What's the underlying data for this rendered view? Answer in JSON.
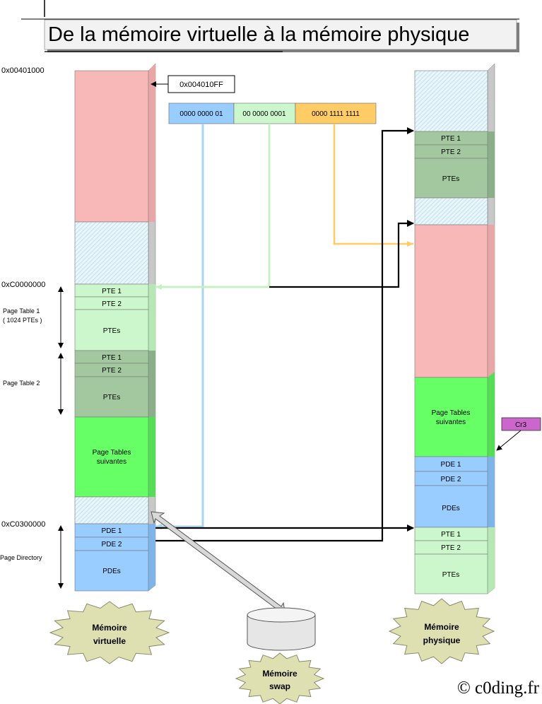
{
  "title": "De la mémoire virtuelle à la mémoire physique",
  "copyright": "© c0ding.fr",
  "colors": {
    "pink": "#f8b8b8",
    "hatch": "#e4f4fb",
    "light_green": "#ccf7cc",
    "dark_green": "#a3c8a0",
    "bright_green": "#66ff66",
    "blue": "#99ccff",
    "orange": "#ffcc66",
    "cr3": "#cc66cc"
  },
  "virtual_addresses": {
    "top": "0x00401000",
    "pt_start": "0xC0000000",
    "pd_start": "0xC0300000"
  },
  "callout_address": "0x004010FF",
  "address_split": {
    "directory_bits": "0000 0000 01",
    "table_bits": "00 0000 0001",
    "offset_bits": "0000 1111 1111"
  },
  "side_labels": {
    "page_table_1": "Page Table 1",
    "page_table_1_count": "( 1024 PTEs )",
    "page_table_2": "Page Table 2",
    "page_directory": "Page Directory"
  },
  "blocks": {
    "pte1": "PTE 1",
    "pte2": "PTE 2",
    "ptes": "PTEs",
    "pde1": "PDE 1",
    "pde2": "PDE 2",
    "pdes": "PDEs",
    "page_tables_line1": "Page Tables",
    "page_tables_line2": "suivantes"
  },
  "cr3_label": "Cr3",
  "badges": {
    "virtual_line1": "Mémoire",
    "virtual_line2": "virtuelle",
    "physical_line1": "Mémoire",
    "physical_line2": "physique",
    "swap_line1": "Mémoire",
    "swap_line2": "swap"
  }
}
